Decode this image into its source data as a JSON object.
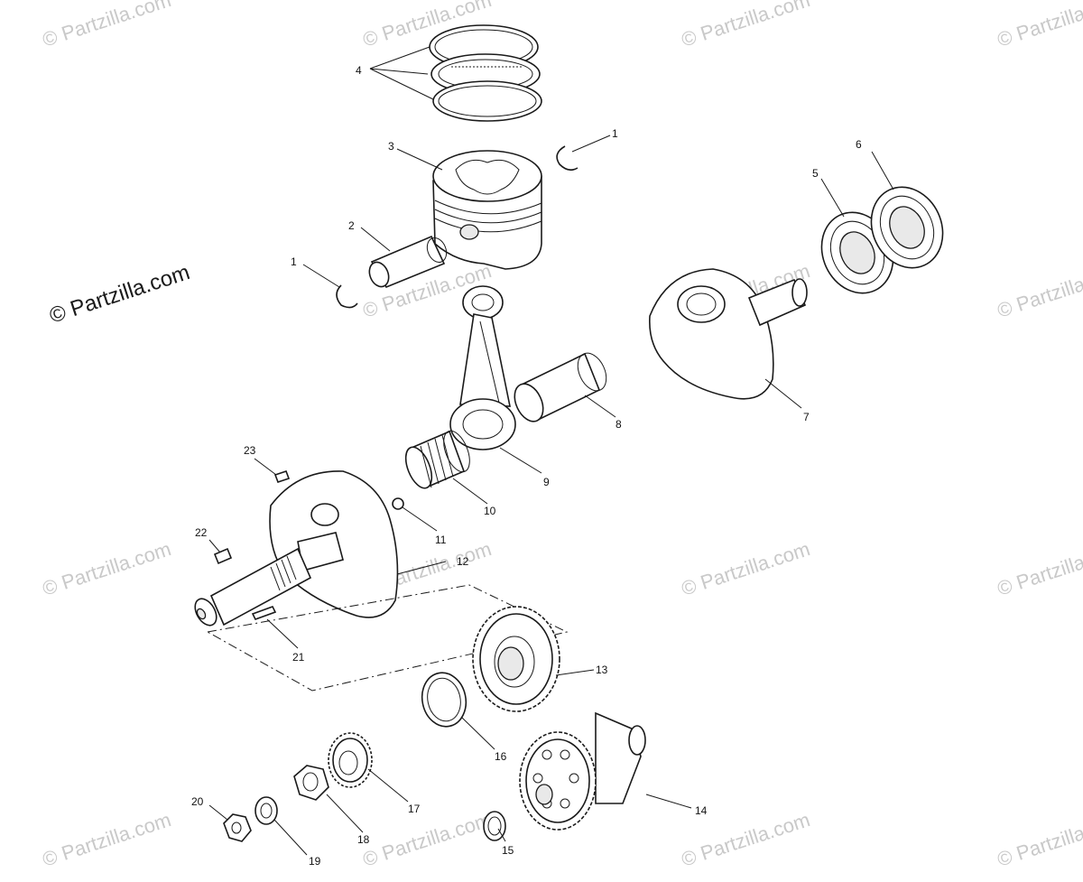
{
  "brand_watermark": "© Partzilla.com",
  "faint_watermark": "© Partzilla.com",
  "callouts": {
    "c1a": "1",
    "c1b": "1",
    "c2": "2",
    "c3": "3",
    "c4": "4",
    "c5": "5",
    "c6": "6",
    "c7": "7",
    "c8": "8",
    "c9": "9",
    "c10": "10",
    "c11": "11",
    "c12": "12",
    "c13": "13",
    "c14": "14",
    "c15": "15",
    "c16": "16",
    "c17": "17",
    "c18": "18",
    "c19": "19",
    "c20": "20",
    "c21": "21",
    "c22": "22",
    "c23": "23"
  }
}
